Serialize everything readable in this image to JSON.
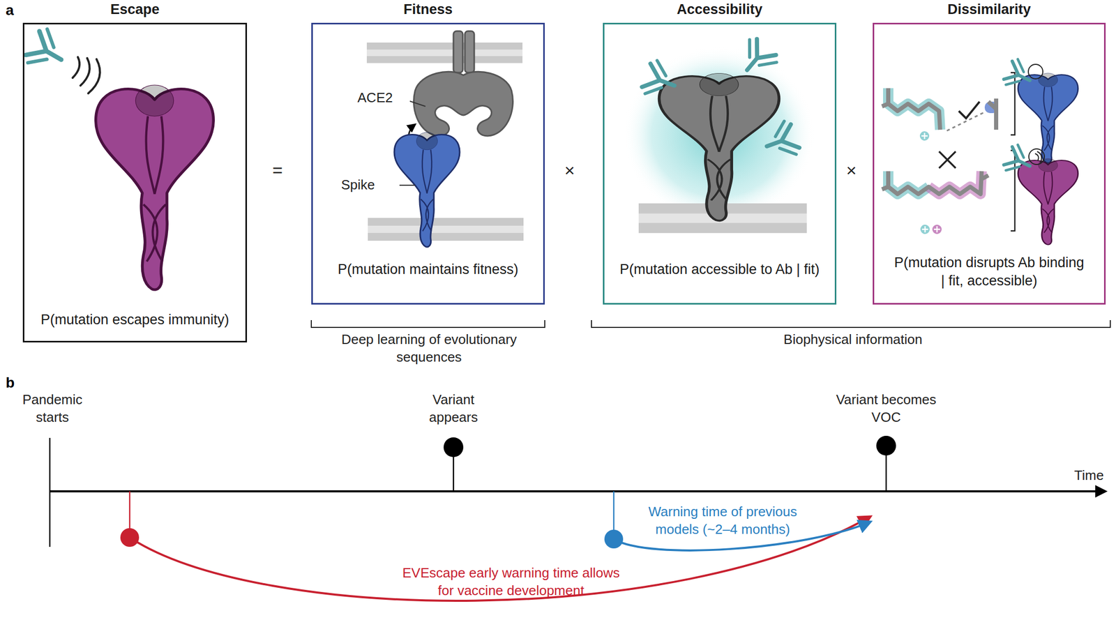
{
  "diagram": {
    "nodes": [
      {
        "text": [
          "Escape",
          "P(mutation escapes immunity)"
        ]
      },
      {
        "text": [
          "Fitness",
          "P(mutation maintains fitness)"
        ]
      },
      {
        "text": [
          "Accessibility",
          "P(mutation accessible to Ab | fit)"
        ]
      },
      {
        "text": [
          "Dissimilarity",
          "P(mutation disrupts Ab binding | fit, accessible)"
        ]
      }
    ],
    "labels": [
      "a",
      "=",
      "×",
      "×",
      "ACE2",
      "Spike",
      "Deep learning of evolutionary sequences",
      "Biophysical information",
      "b",
      "Pandemic starts",
      "Variant appears",
      "Variant becomes VOC",
      "Time",
      "Warning time of previous models (~2–4 months)",
      "EVEscape early warning time allows for vaccine development"
    ]
  }
}
